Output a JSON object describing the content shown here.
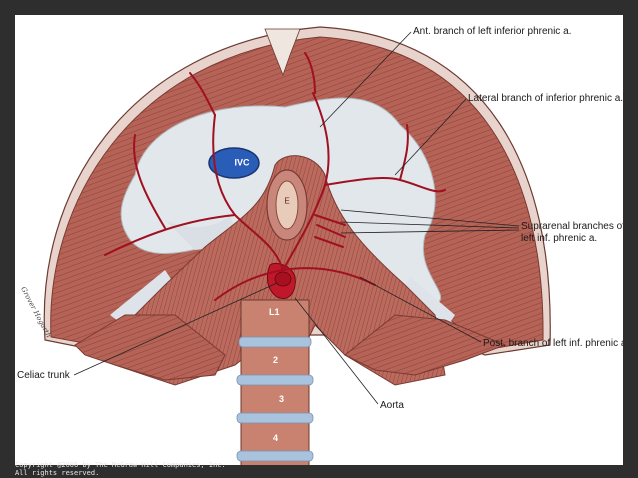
{
  "labels": {
    "ant_branch": "Ant. branch of left inferior phrenic a.",
    "lateral_branch": "Lateral branch of inferior phrenic a.",
    "suprarenal_line1": "Suprarenal branches of",
    "suprarenal_line2": "left inf. phrenic a.",
    "post_branch": "Post. branch of left inf. phrenic a.",
    "celiac_trunk": "Celiac trunk",
    "aorta": "Aorta",
    "ivc": "IVC",
    "esophagus": "E",
    "vertebra_1": "L1",
    "vertebra_2": "2",
    "vertebra_3": "3",
    "vertebra_4": "4"
  },
  "signature": "Grover Hogarth",
  "copyright": {
    "line1": "Copyright @2006 by The McGraw-Hill Companies, Inc.",
    "line2": "All rights reserved."
  },
  "colors": {
    "muscle": "#b8655a",
    "tendon": "#e3e8ec",
    "artery": "#a01020",
    "ivc": "#2a5db8",
    "background": "#2e2e2e"
  }
}
